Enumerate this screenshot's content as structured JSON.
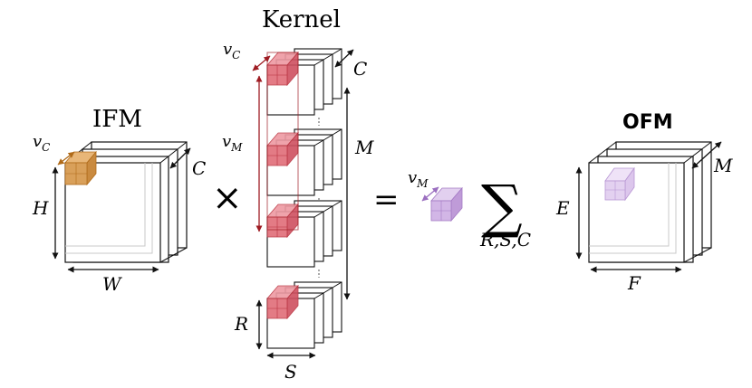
{
  "labels": {
    "kernel": "Kernel",
    "ifm": "IFM",
    "ofm": "OFM",
    "times": "×",
    "equals": "=",
    "sigma": "∑",
    "sum_sub": "R,S,C",
    "vc_kernel": "v",
    "vc_kernel_sub": "C",
    "vm_kernel": "v",
    "vm_kernel_sub": "M",
    "c_kernel": "C",
    "m_kernel": "M",
    "vc_ifm": "v",
    "vc_ifm_sub": "C",
    "c_ifm": "C",
    "h_ifm": "H",
    "w_ifm": "W",
    "vm_mid": "v",
    "vm_mid_sub": "M",
    "e_ofm": "E",
    "f_ofm": "F",
    "m_ofm": "M",
    "r_kernel": "R",
    "s_kernel": "S"
  },
  "colors": {
    "ifm_block": "#d9a05a",
    "ifm_block_stroke": "#b06a18",
    "kernel_block": "#e06d78",
    "kernel_block_stroke": "#b8323f",
    "kernel_arrow": "#9e1b22",
    "ofm_block": "#d7c0e8",
    "ofm_block_stroke": "#a47ac4",
    "mid_block": "#c8a6de",
    "mid_arrow": "#9b6fc0"
  }
}
